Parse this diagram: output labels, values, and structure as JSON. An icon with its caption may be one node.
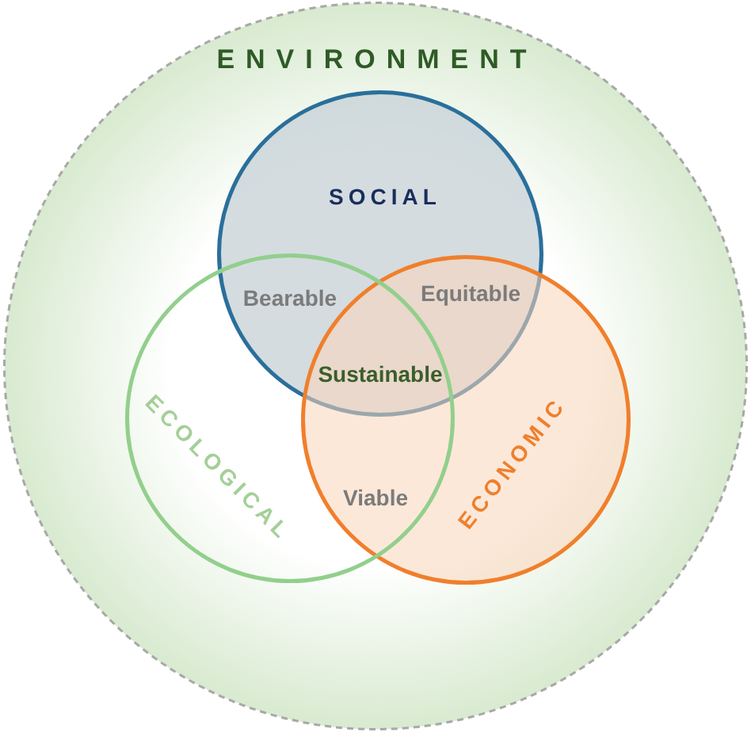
{
  "diagram": {
    "nodes": [
      {
        "text": [
          "ENVIRONMENT"
        ]
      },
      {
        "text": [
          "SOCIAL"
        ],
        "in": 0
      },
      {
        "text": [
          "ECOLOGICAL"
        ],
        "in": 0
      },
      {
        "text": [
          "ECONOMIC"
        ],
        "in": 0
      }
    ],
    "labels": [
      "Bearable",
      "Equitable",
      "Sustainable",
      "Viable"
    ]
  }
}
